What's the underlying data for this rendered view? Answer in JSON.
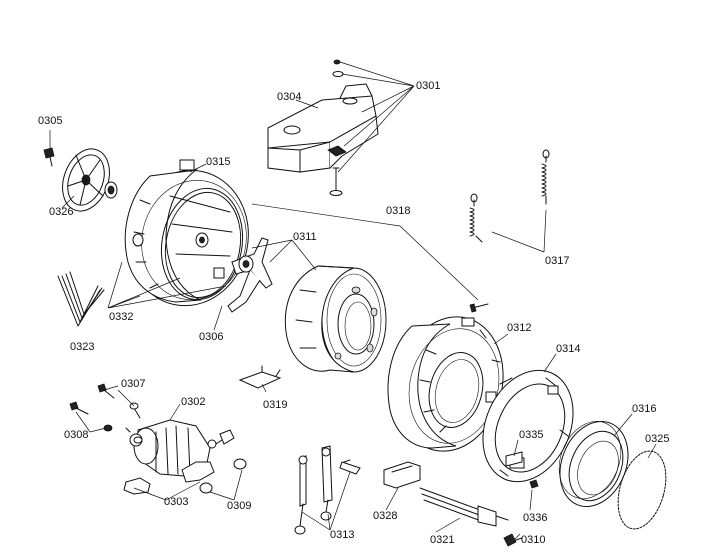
{
  "parts": [
    {
      "id": "p0301",
      "label": "0301"
    },
    {
      "id": "p0302",
      "label": "0302"
    },
    {
      "id": "p0303",
      "label": "0303"
    },
    {
      "id": "p0304",
      "label": "0304"
    },
    {
      "id": "p0305",
      "label": "0305"
    },
    {
      "id": "p0306",
      "label": "0306"
    },
    {
      "id": "p0307",
      "label": "0307"
    },
    {
      "id": "p0308",
      "label": "0308"
    },
    {
      "id": "p0309",
      "label": "0309"
    },
    {
      "id": "p0310",
      "label": "0310"
    },
    {
      "id": "p0311",
      "label": "0311"
    },
    {
      "id": "p0312",
      "label": "0312"
    },
    {
      "id": "p0313",
      "label": "0313"
    },
    {
      "id": "p0314",
      "label": "0314"
    },
    {
      "id": "p0315",
      "label": "0315"
    },
    {
      "id": "p0316",
      "label": "0316"
    },
    {
      "id": "p0317",
      "label": "0317"
    },
    {
      "id": "p0318",
      "label": "0318"
    },
    {
      "id": "p0319",
      "label": "0319"
    },
    {
      "id": "p0321",
      "label": "0321"
    },
    {
      "id": "p0323",
      "label": "0323"
    },
    {
      "id": "p0325",
      "label": "0325"
    },
    {
      "id": "p0326",
      "label": "0326"
    },
    {
      "id": "p0328",
      "label": "0328"
    },
    {
      "id": "p0332",
      "label": "0332"
    },
    {
      "id": "p0335",
      "label": "0335"
    },
    {
      "id": "p0336",
      "label": "0336"
    }
  ]
}
